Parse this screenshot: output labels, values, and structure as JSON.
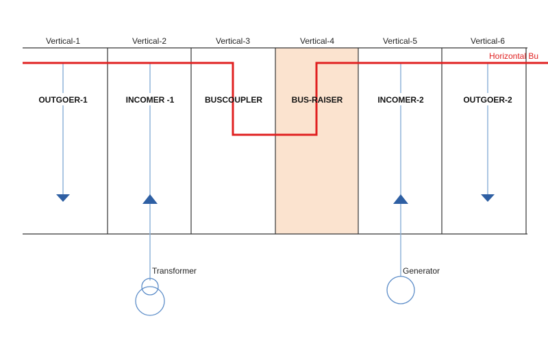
{
  "verticals": [
    {
      "header": "Vertical-1",
      "panel": "OUTGOER-1"
    },
    {
      "header": "Vertical-2",
      "panel": "INCOMER -1"
    },
    {
      "header": "Vertical-3",
      "panel": "BUSCOUPLER"
    },
    {
      "header": "Vertical-4",
      "panel": "BUS-RAISER"
    },
    {
      "header": "Vertical-5",
      "panel": "INCOMER-2"
    },
    {
      "header": "Vertical-6",
      "panel": "OUTGOER-2"
    }
  ],
  "bus_label": "Horizontal Bu",
  "sources": {
    "transformer": "Transformer",
    "generator": "Generator"
  },
  "colors": {
    "bus": "#e02020",
    "feeder": "#8fb3d9",
    "arrow": "#2e5fa3",
    "highlight": "#fbe3cf",
    "source_circle": "#5b8cc8",
    "frame": "#333333"
  }
}
